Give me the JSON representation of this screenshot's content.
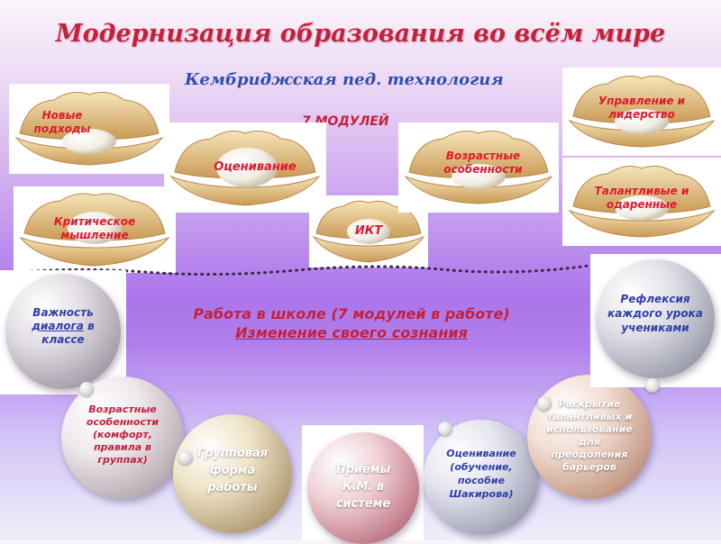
{
  "title": "Модернизация образования во всём мире",
  "subtitle": "Кембриджская пед. технология",
  "modules_label": "7 МОДУЛЕЙ",
  "shells": {
    "new_approaches": "Новые подходы",
    "assessment": "Оценивание",
    "critical_thinking": "Критическое мышление",
    "ict": "ИКТ",
    "age_features": "Возрастные особенности",
    "management": "Управление и лидерство",
    "talented": "Талантливые и одаренные"
  },
  "work": {
    "line1": "Работа в школе (7 модулей в работе)",
    "line2": "Изменение своего сознания"
  },
  "pearls": {
    "dialog_pre": "Важность ",
    "dialog_link": "диалога",
    "dialog_post": " в классе",
    "age": "Возрастные особенности (комфорт, правила в группах)",
    "group": "Групповая форма работы",
    "km": "Приёмы К.М. в системе",
    "assess": "Оценивание (обучение, пособие Шакирова)",
    "talent": "Раскрытие талантливых и использование для преодоления барьеров",
    "reflection": "Рефлексия каждого урока учениками"
  },
  "colors": {
    "title": "#c4213d",
    "subtitle": "#2f4fb0",
    "shell_label": "#e0182e",
    "pearl_blue": "#2f3fa8",
    "pearl_red": "#c4213d",
    "pearl_white": "#ffffff"
  }
}
